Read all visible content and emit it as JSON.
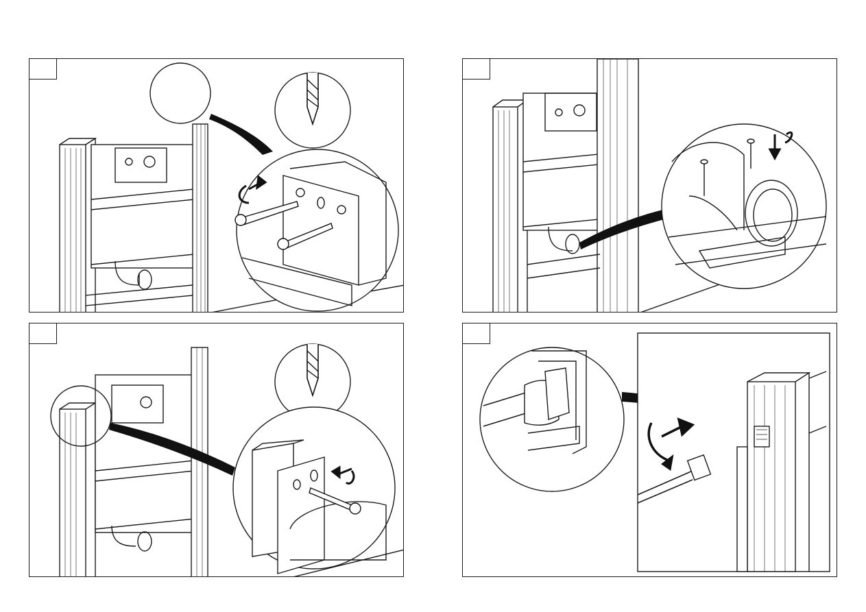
{
  "page": {
    "background": "#ffffff",
    "line_color": "#1a1a1a"
  },
  "panels": [
    {
      "step_label": "",
      "illustration": "frame-top-right-bracket-screw"
    },
    {
      "step_label": "",
      "illustration": "pipe-bracket-screws"
    },
    {
      "step_label": "",
      "illustration": "frame-top-left-bracket-screw"
    },
    {
      "step_label": "",
      "illustration": "water-connection-fitting"
    }
  ],
  "icons": [
    "drill-bit-icon",
    "rotate-arrow-icon",
    "screw-icon",
    "wood-stud-icon"
  ]
}
